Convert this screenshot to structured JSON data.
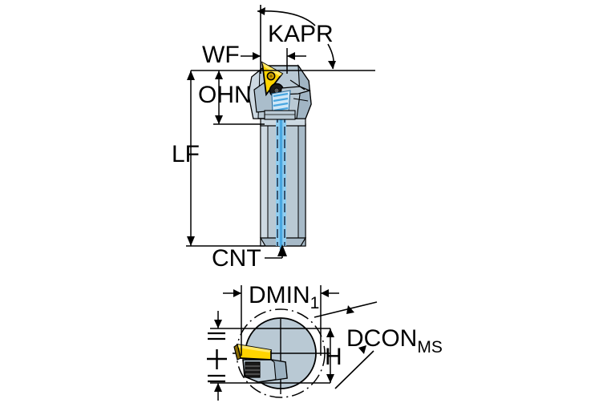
{
  "drawing": {
    "type": "technical-engineering-drawing",
    "subject": "Boring bar with triangular carbide insert - dimension diagram",
    "views": [
      {
        "name": "side-view",
        "description": "Side elevation of boring bar showing head, insert and shank with internal coolant channel"
      },
      {
        "name": "front-section-view",
        "description": "End / cross-section view of the boring bar showing round shank, insert and clamp"
      }
    ]
  },
  "labels": {
    "kapr": "KAPR",
    "wf": "WF",
    "ohn": "OHN",
    "lf": "LF",
    "cnt": "CNT",
    "dmin": "DMIN",
    "dmin_sub": "1",
    "dcon": "DCON",
    "dcon_sub": "MS",
    "h": "H",
    "symmetry_equal_top": "=",
    "symmetry_plus": "+",
    "symmetry_equal_bottom": "="
  },
  "colors": {
    "line": "#000000",
    "body_fill": "#b9c9d4",
    "body_fill_light": "#cdd9e2",
    "body_fill_dark": "#8fa3b2",
    "insert_yellow": "#ffd400",
    "insert_yellow_dark": "#d9a800",
    "coolant_blue": "#49a6e0",
    "coolant_blue_light": "#8fcdf0",
    "screw_dark": "#1a1a1a",
    "background": "#ffffff"
  }
}
